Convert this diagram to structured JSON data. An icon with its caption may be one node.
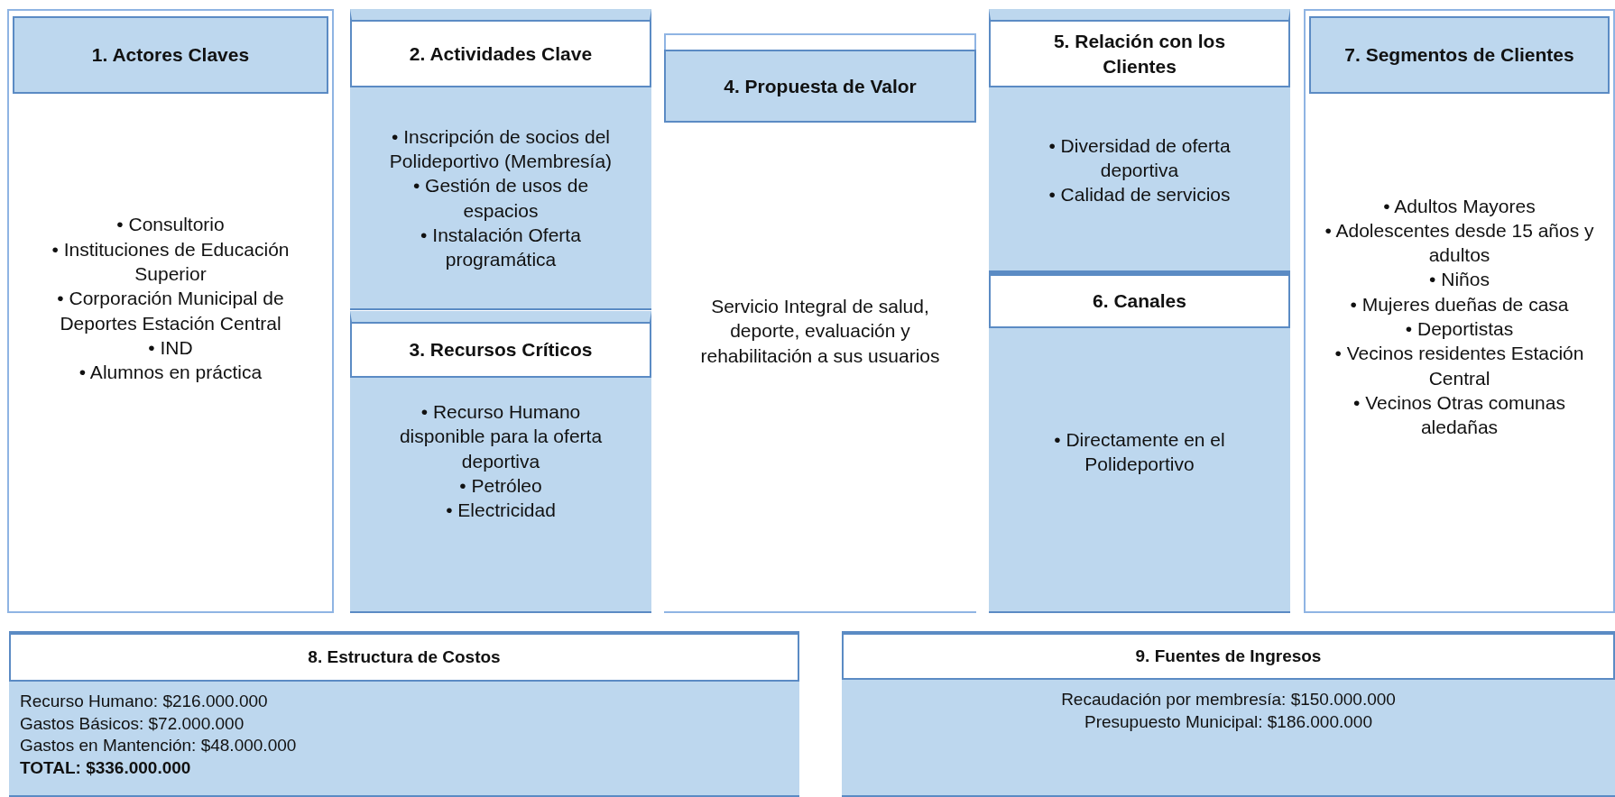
{
  "diagram": {
    "nodes": [
      {
        "text": [
          "1. Actores Claves",
          "• Consultorio",
          "• Instituciones de Educación Superior",
          "• Corporación Municipal de Deportes Estación Central",
          "• IND",
          "• Alumnos en práctica"
        ]
      },
      {
        "text": [
          "2. Actividades Clave",
          "• Inscripción de socios del Polideportivo (Membresía)",
          "• Gestión de usos de espacios",
          "• Instalación Oferta programática"
        ]
      },
      {
        "text": [
          "3. Recursos Críticos",
          "• Recurso Humano disponible para la oferta deportiva",
          "• Petróleo",
          "• Electricidad"
        ]
      },
      {
        "text": [
          "4. Propuesta de Valor",
          "Servicio Integral de salud, deporte, evaluación y rehabilitación a sus usuarios"
        ]
      },
      {
        "text": [
          "5. Relación con los Clientes",
          "• Diversidad de oferta deportiva",
          "• Calidad de servicios"
        ]
      },
      {
        "text": [
          "6. Canales",
          "• Directamente en el Polideportivo"
        ]
      },
      {
        "text": [
          "7. Segmentos de Clientes",
          "• Adultos Mayores",
          "• Adolescentes desde 15 años y adultos",
          "• Niños",
          "• Mujeres dueñas de casa",
          "• Deportistas",
          "• Vecinos residentes Estación Central",
          "• Vecinos Otras comunas aledañas"
        ]
      },
      {
        "text": [
          "8. Estructura de Costos",
          "Recurso Humano: $216.000.000",
          "Gastos Básicos: $72.000.000",
          "Gastos en Mantención: $48.000.000",
          "TOTAL:  $336.000.000"
        ]
      },
      {
        "text": [
          "9. Fuentes de Ingresos",
          "Recaudación por membresía: $150.000.000",
          "Presupuesto Municipal: $186.000.000"
        ]
      }
    ]
  }
}
